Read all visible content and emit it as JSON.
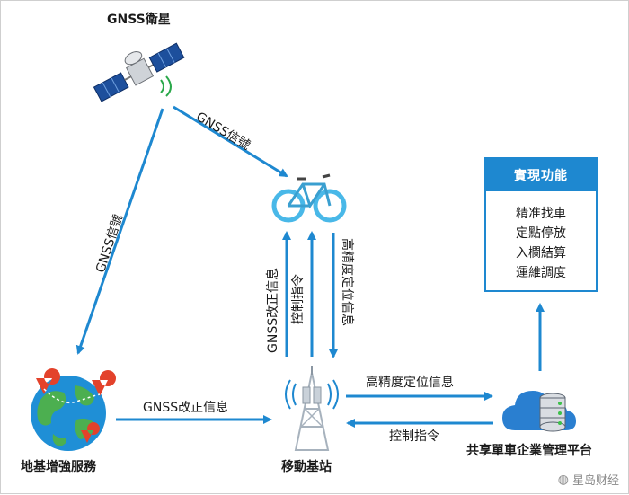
{
  "nodes": {
    "satellite": "GNSS衛星",
    "ground_station": "地基增強服務",
    "base_station": "移動基站",
    "platform": "共享單車企業管理平台"
  },
  "edges": {
    "sat_to_bike": "GNSS信號",
    "sat_to_ground": "GNSS信號",
    "ground_to_base": "GNSS改正信息",
    "base_to_bike_correction": "GNSS改正信息",
    "base_to_bike_control": "控制指令",
    "bike_to_base_position": "高精度定位信息",
    "base_to_platform": "高精度定位信息",
    "platform_to_base": "控制指令"
  },
  "functions": {
    "title": "實現功能",
    "items": [
      "精准找車",
      "定點停放",
      "入欄結算",
      "運維調度"
    ]
  },
  "watermark": "星岛财经",
  "colors": {
    "arrow": "#1e88d0",
    "accent": "#1e88d0"
  }
}
